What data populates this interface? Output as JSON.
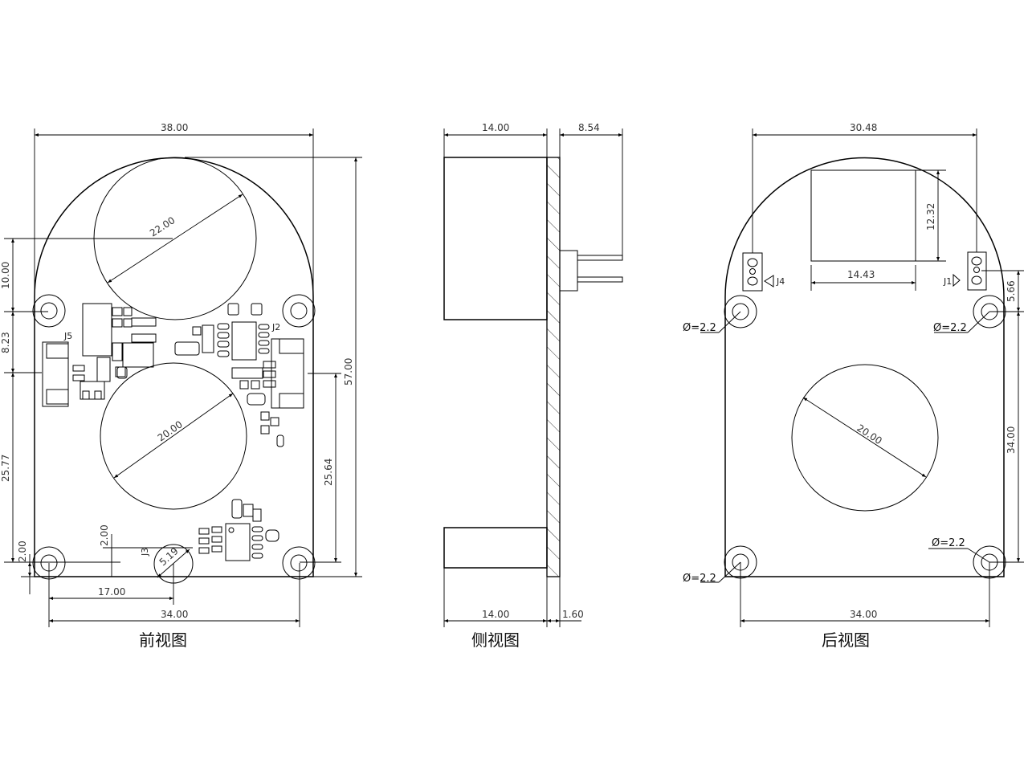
{
  "views": {
    "front": {
      "title": "前视图",
      "dims": {
        "width": "38.00",
        "height": "57.00",
        "top_to_hole": "10.00",
        "hole_to_j5": "8.23",
        "j5_to_bottom_hole": "25.77",
        "hole_offset": "2.00",
        "right_to_hole": "25.64",
        "j3_offset_x": "17.00",
        "hole_spacing": "34.00",
        "j3_offset_y": "2.00",
        "big_circle": "22.00",
        "inner_circle": "20.00",
        "j3_circle": "5.19"
      },
      "labels": {
        "j5": "J5",
        "j2": "J2",
        "j3": "J3"
      }
    },
    "side": {
      "title": "侧视图",
      "dims": {
        "depth_top": "14.00",
        "pin_length": "8.54",
        "depth_bottom": "14.00",
        "board_thickness": "1.60"
      }
    },
    "back": {
      "title": "后视图",
      "dims": {
        "connector_spacing": "30.48",
        "module_height": "12.32",
        "module_width": "14.43",
        "connector_to_hole": "5.66",
        "hole_spacing_v": "34.00",
        "hole_spacing_h": "34.00",
        "inner_circle": "20.00"
      },
      "holes": {
        "tl": "Ø=2.2",
        "tr": "Ø=2.2",
        "bl": "Ø=2.2",
        "br": "Ø=2.2"
      },
      "labels": {
        "j4": "J4",
        "j1": "J1"
      }
    }
  }
}
